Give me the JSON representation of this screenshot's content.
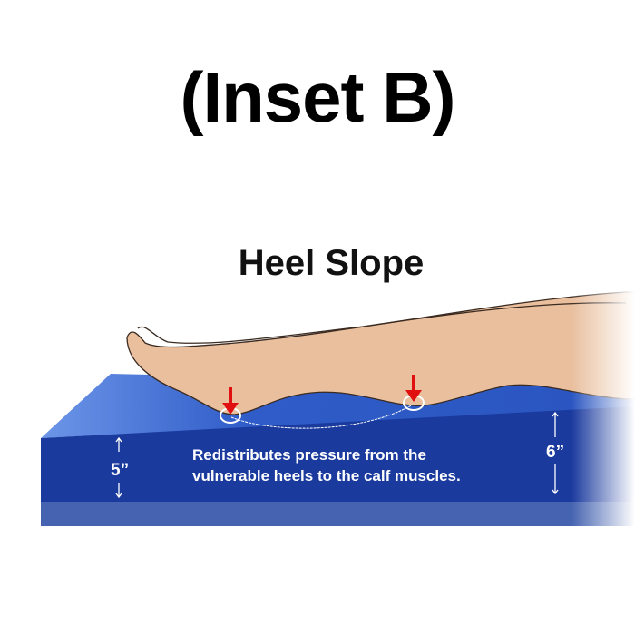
{
  "title": "(Inset B)",
  "subtitle": "Heel Slope",
  "description_line1": "Redistributes pressure from the",
  "description_line2": "vulnerable heels to the calf muscles.",
  "left_height": "5”",
  "right_height": "6”",
  "colors": {
    "foam_front": "#1a3a9e",
    "foam_top": "#3f6fd8",
    "foam_base": "#4563b0",
    "skin": "#e9bf9e",
    "arrow": "#e01010"
  }
}
